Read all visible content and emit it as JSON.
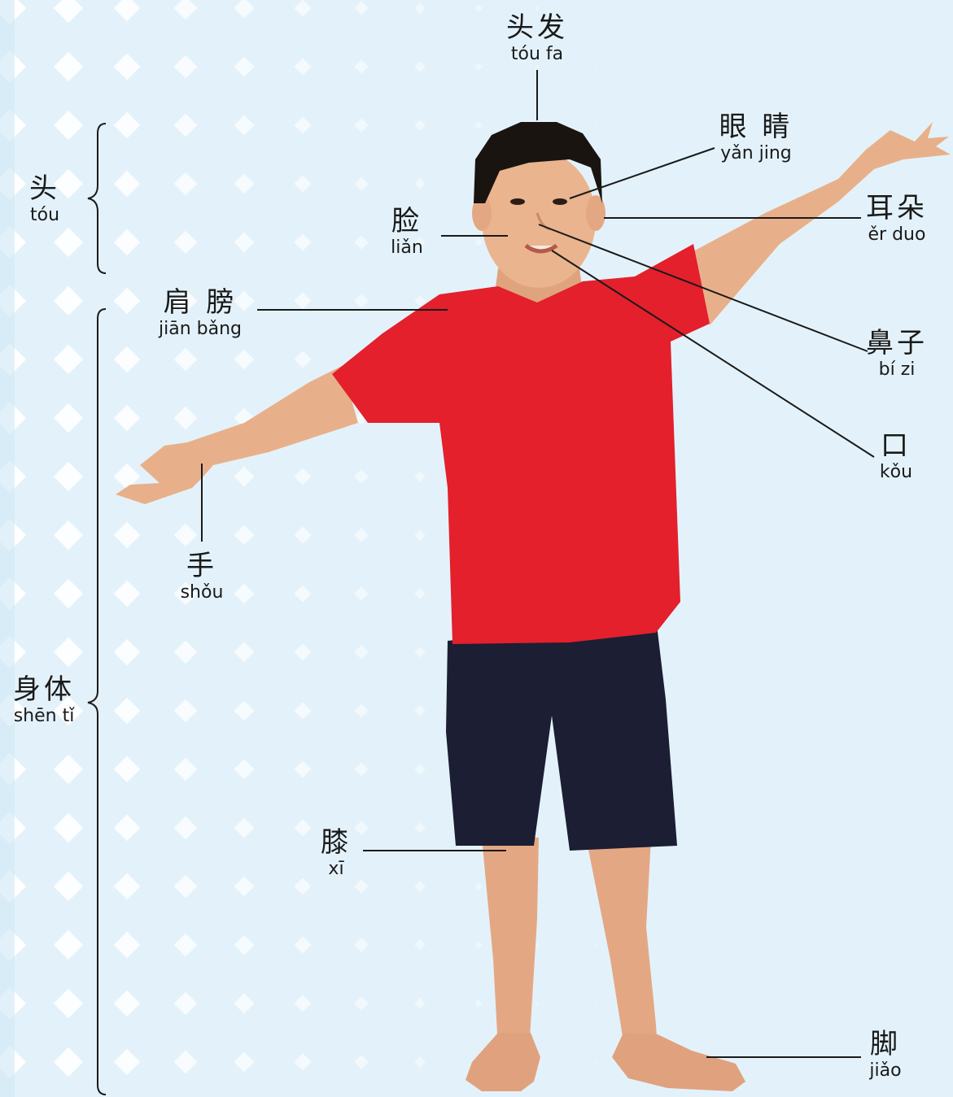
{
  "labels": {
    "toufa": {
      "zh": "头发",
      "py": "tóu fa"
    },
    "yanjing": {
      "zh": "眼 睛",
      "py": "yǎn jing"
    },
    "erduo": {
      "zh": "耳朵",
      "py": "ěr duo"
    },
    "lian": {
      "zh": "脸",
      "py": "liǎn"
    },
    "tou": {
      "zh": "头",
      "py": "tóu"
    },
    "jianbang": {
      "zh": "肩 膀",
      "py": "jiān bǎng"
    },
    "bizi": {
      "zh": "鼻子",
      "py": "bí  zi"
    },
    "kou": {
      "zh": "口",
      "py": "kǒu"
    },
    "shou": {
      "zh": "手",
      "py": "shǒu"
    },
    "shenti": {
      "zh": "身体",
      "py": "shēn tǐ"
    },
    "xi": {
      "zh": "膝",
      "py": "xī"
    },
    "jiao": {
      "zh": "脚",
      "py": "jiǎo"
    }
  },
  "colors": {
    "background": "#e3f2fa",
    "diamond": "#ffffff",
    "leader_line": "#1a1a1a",
    "shirt": "#e3202c",
    "shorts": "#1c1e33",
    "skin": "#e8b08a",
    "hair": "#1a1411"
  }
}
